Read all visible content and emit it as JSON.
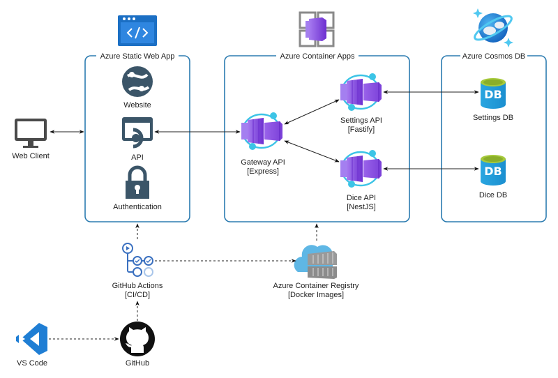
{
  "groups": {
    "static_web_app": {
      "title": "Azure Static Web App"
    },
    "container_apps": {
      "title": "Azure Container Apps"
    },
    "cosmos_db": {
      "title": "Azure Cosmos DB"
    }
  },
  "nodes": {
    "web_client": {
      "label": "Web Client",
      "icon": "monitor-icon"
    },
    "website": {
      "label": "Website",
      "icon": "globe-icon"
    },
    "api": {
      "label": "API",
      "icon": "api-icon"
    },
    "authentication": {
      "label": "Authentication",
      "icon": "lock-icon"
    },
    "gateway_api": {
      "label": "Gateway API",
      "sublabel": "[Express]",
      "icon": "container-app-icon"
    },
    "settings_api": {
      "label": "Settings API",
      "sublabel": "[Fastify]",
      "icon": "container-app-icon"
    },
    "dice_api": {
      "label": "Dice API",
      "sublabel": "[NestJS]",
      "icon": "container-app-icon"
    },
    "settings_db": {
      "label": "Settings DB",
      "icon": "database-icon",
      "glyph": "DB"
    },
    "dice_db": {
      "label": "Dice DB",
      "icon": "database-icon",
      "glyph": "DB"
    },
    "github_actions": {
      "label": "GitHub Actions",
      "sublabel": "[CI/CD]",
      "icon": "github-actions-icon"
    },
    "container_registry": {
      "label": "Azure Container Registry",
      "sublabel": "[Docker Images]",
      "icon": "container-registry-icon"
    },
    "vs_code": {
      "label": "VS Code",
      "icon": "vscode-icon"
    },
    "github": {
      "label": "GitHub",
      "icon": "github-icon"
    }
  },
  "edges": [
    {
      "from": "web_client",
      "to": "static_web_app",
      "style": "solid",
      "direction": "both"
    },
    {
      "from": "api",
      "to": "gateway_api",
      "style": "solid",
      "direction": "both"
    },
    {
      "from": "gateway_api",
      "to": "settings_api",
      "style": "solid",
      "direction": "both"
    },
    {
      "from": "gateway_api",
      "to": "dice_api",
      "style": "solid",
      "direction": "both"
    },
    {
      "from": "settings_api",
      "to": "settings_db",
      "style": "solid",
      "direction": "both"
    },
    {
      "from": "dice_api",
      "to": "dice_db",
      "style": "solid",
      "direction": "both"
    },
    {
      "from": "github_actions",
      "to": "static_web_app",
      "style": "dashed",
      "direction": "forward"
    },
    {
      "from": "github_actions",
      "to": "container_registry",
      "style": "dashed",
      "direction": "forward"
    },
    {
      "from": "container_registry",
      "to": "container_apps",
      "style": "dashed",
      "direction": "forward"
    },
    {
      "from": "vs_code",
      "to": "github",
      "style": "dashed",
      "direction": "forward"
    },
    {
      "from": "github",
      "to": "github_actions",
      "style": "dashed",
      "direction": "forward"
    }
  ],
  "colors": {
    "group_border": "#2b7bb0",
    "azure_blue": "#1b6fc4",
    "container_purple": "#8a4de0",
    "ring_cyan": "#3cc4e6",
    "db_blue": "#2aa6e0",
    "db_top": "#a6c93b",
    "icon_slate": "#3b5568",
    "monitor_gray": "#4a4a4a",
    "cloud_blue": "#5fb7e5",
    "vscode_blue": "#1f7ed4"
  }
}
